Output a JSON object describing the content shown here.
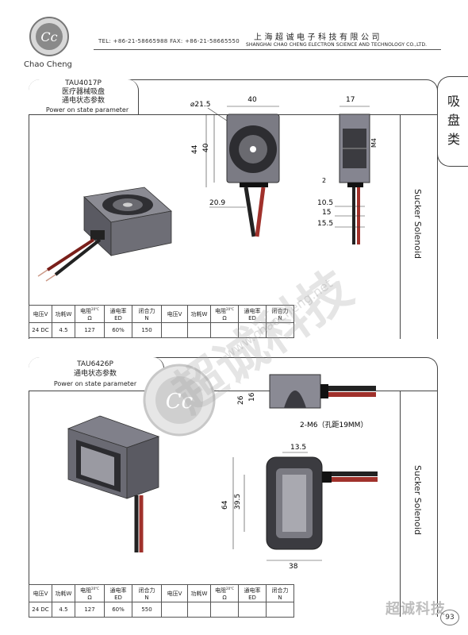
{
  "header": {
    "brand": "Chao Cheng",
    "contact": "TEL: +86-21-58665988  FAX: +86-21-58665550",
    "company_cn": "上海超诚电子科技有限公司",
    "company_en": "SHANGHAI CHAO CHENG ELECTRON SCIENCE AND TECHNOLOGY CO.,LTD."
  },
  "side_tab": {
    "text": "吸盘类"
  },
  "colors": {
    "line": "#444444",
    "body_gray": "#6b6b73",
    "coil": "#3d3d3d",
    "wire_red": "#b8302a"
  },
  "watermark": {
    "text": "超诚科技",
    "url": "www.chaocheng.net"
  },
  "sections": [
    {
      "model": "TAU4017P",
      "subtitle": "医疗器械吸盘",
      "param_cn": "通电状态参数",
      "param_en": "Power on state parameter",
      "category_label": "Sucker Solenoid",
      "table": {
        "headers": [
          "电压V",
          "功耗W",
          "电阻",
          "Ω",
          "通电率",
          "ED",
          "闭合力",
          "N"
        ],
        "row": [
          "24 DC",
          "4.5",
          "127",
          "60%",
          "150"
        ]
      },
      "dims": {
        "dia": "⌀21.5",
        "w40": "40",
        "h44": "44",
        "h40": "40",
        "d20_9": "20.9",
        "w17": "17",
        "m4": "M4",
        "d2": "2",
        "d10_5": "10.5",
        "d15": "15",
        "d15_5": "15.5"
      }
    },
    {
      "model": "TAU6426P",
      "param_cn": "通电状态参数",
      "param_en": "Power on state parameter",
      "category_label": "Sucker Solenoid",
      "table": {
        "headers": [
          "电压V",
          "功耗W",
          "电阻",
          "Ω",
          "通电率",
          "ED",
          "闭合力",
          "N"
        ],
        "row": [
          "24 DC",
          "4.5",
          "127",
          "60%",
          "550"
        ]
      },
      "dims": {
        "h26": "26",
        "h16": "16",
        "m6": "2-M6（孔距19MM）",
        "w13_5": "13.5",
        "h64": "64",
        "h39_5": "39.5",
        "w38": "38"
      }
    }
  ],
  "footer": {
    "brand": "超诚科技",
    "page": "93"
  },
  "temp_superscript": "20°C"
}
